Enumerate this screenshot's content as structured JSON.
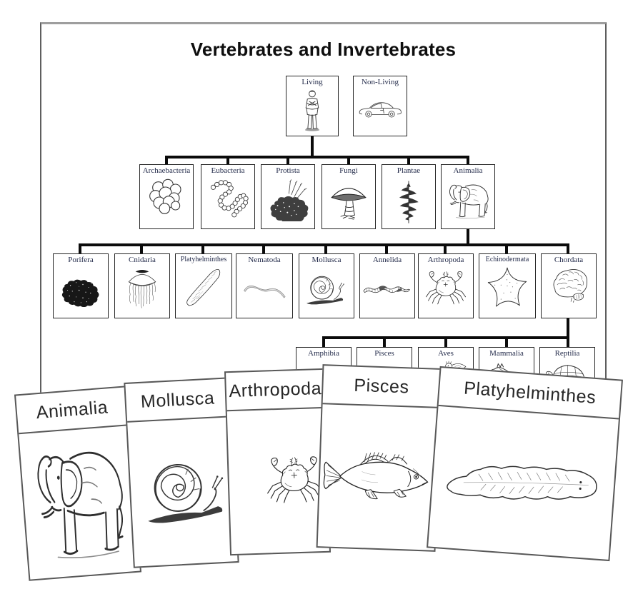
{
  "page_title": "Vertebrates and Invertebrates",
  "tree": {
    "root_children": [
      {
        "label": "Living",
        "icon": "person-icon"
      },
      {
        "label": "Non-Living",
        "icon": "car-icon"
      }
    ],
    "kingdoms": [
      {
        "label": "Archaebacteria",
        "icon": "cell-cluster-icon"
      },
      {
        "label": "Eubacteria",
        "icon": "cell-chain-icon"
      },
      {
        "label": "Protista",
        "icon": "algae-icon"
      },
      {
        "label": "Fungi",
        "icon": "mushroom-icon"
      },
      {
        "label": "Plantae",
        "icon": "fern-icon"
      },
      {
        "label": "Animalia",
        "icon": "elephant-icon"
      }
    ],
    "phyla": [
      {
        "label": "Porifera",
        "icon": "sponge-icon"
      },
      {
        "label": "Cnidaria",
        "icon": "jellyfish-icon"
      },
      {
        "label": "Platyhelminthes",
        "icon": "flatworm-icon"
      },
      {
        "label": "Nematoda",
        "icon": "roundworm-icon"
      },
      {
        "label": "Mollusca",
        "icon": "snail-icon"
      },
      {
        "label": "Annelida",
        "icon": "segmented-worm-icon"
      },
      {
        "label": "Arthropoda",
        "icon": "crab-icon"
      },
      {
        "label": "Echinodermata",
        "icon": "starfish-icon"
      },
      {
        "label": "Chordata",
        "icon": "brain-icon"
      }
    ],
    "chordate_classes": [
      {
        "label": "Amphibia",
        "icon": null
      },
      {
        "label": "Pisces",
        "icon": null
      },
      {
        "label": "Aves",
        "icon": "bird-icon"
      },
      {
        "label": "Mammalia",
        "icon": "horse-icon"
      },
      {
        "label": "Reptilia",
        "icon": "turtle-icon"
      }
    ]
  },
  "cards": [
    {
      "label": "Animalia",
      "icon": "elephant-icon"
    },
    {
      "label": "Mollusca",
      "icon": "snail-icon"
    },
    {
      "label": "Arthropoda",
      "icon": "crab-icon"
    },
    {
      "label": "Pisces",
      "icon": "fish-icon"
    },
    {
      "label": "Platyhelminthes",
      "icon": "flatworm-icon"
    }
  ]
}
